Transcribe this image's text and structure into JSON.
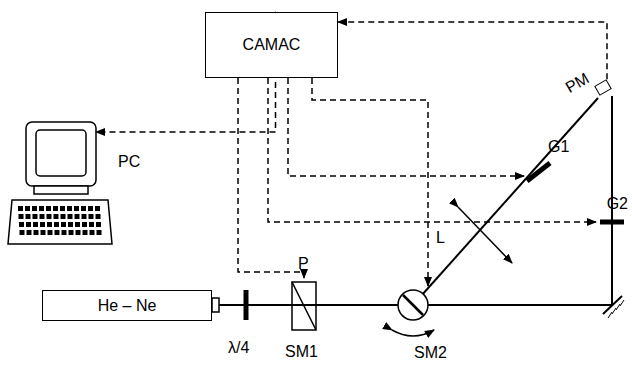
{
  "diagram": {
    "nodes": [
      {
        "text": [
          "CAMAC"
        ]
      },
      {
        "text": [
          "PC"
        ]
      },
      {
        "text": [
          "PM"
        ]
      },
      {
        "text": [
          "He – Ne"
        ]
      }
    ],
    "edges": [
      {
        "from": 0,
        "to": 1,
        "arrow": "both"
      },
      {
        "from": 2,
        "to": 0,
        "arrow": "to"
      }
    ],
    "labels": [
      "λ/4",
      "P",
      "SM1",
      "SM2",
      "L",
      "G1",
      "G2"
    ]
  }
}
